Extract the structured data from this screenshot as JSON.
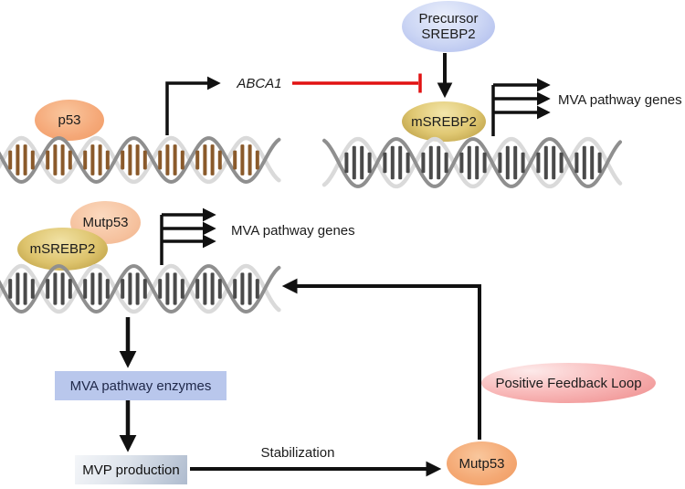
{
  "diagram": {
    "nodes": {
      "precursor_srebp2": {
        "line1": "Precursor",
        "line2": "SREBP2"
      },
      "msrebp2_top": "mSREBP2",
      "p53": "p53",
      "mutp53_mid": "Mutp53",
      "msrebp2_mid": "mSREBP2",
      "mva_enzymes": "MVA pathway enzymes",
      "mvp_production": "MVP production",
      "mutp53_bottom": "Mutp53",
      "positive_feedback_loop": "Positive Feedback Loop"
    },
    "labels": {
      "abca1_gene": "ABCA1",
      "mva_genes_top": "MVA pathway genes",
      "mva_genes_mid": "MVA pathway genes",
      "stabilization": "Stabilization"
    },
    "colors": {
      "inhibition_red": "#e11212",
      "ink_black": "#111111",
      "dna_rung_brown": "#8a5a2b",
      "dna_rung_gray": "#4a4a4a",
      "precursor_blue": "#ccd6f4",
      "srebp_gold": "#dcc269",
      "p53_orange": "#f5a878",
      "mutp53_peach": "#f6c3a0",
      "feedback_pink": "#f49c9c",
      "enzymes_box_blue": "#b9c7ec",
      "mvp_box_gray": "#ccd5e2"
    }
  }
}
